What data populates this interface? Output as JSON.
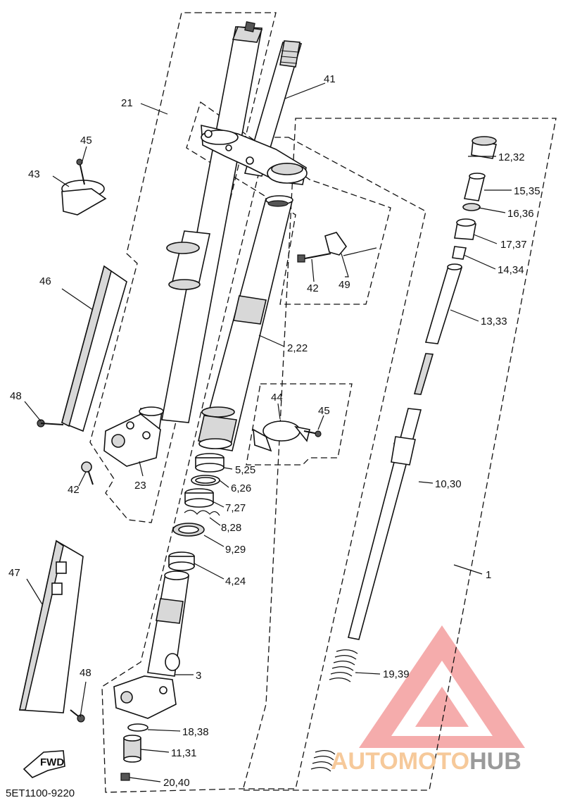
{
  "diagram": {
    "catalog_code": "5ET1100-9220",
    "fwd_label": "FWD",
    "callouts": {
      "c1": "1",
      "c2_22": "2,22",
      "c3": "3",
      "c4_24": "4,24",
      "c5_25": "5,25",
      "c6_26": "6,26",
      "c7_27": "7,27",
      "c8_28": "8,28",
      "c9_29": "9,29",
      "c10_30": "10,30",
      "c11_31": "11,31",
      "c12_32": "12,32",
      "c13_33": "13,33",
      "c14_34": "14,34",
      "c15_35": "15,35",
      "c16_36": "16,36",
      "c17_37": "17,37",
      "c18_38": "18,38",
      "c19_39": "19,39",
      "c20_40": "20,40",
      "c21": "21",
      "c23": "23",
      "c41": "41",
      "c42_a": "42",
      "c42_b": "42",
      "c43": "43",
      "c44": "44",
      "c45_a": "45",
      "c45_b": "45",
      "c46": "46",
      "c47": "47",
      "c48_a": "48",
      "c48_b": "48",
      "c49": "49"
    }
  },
  "watermark": {
    "brand_auto": "AUTO",
    "brand_moto": "MOTO",
    "brand_hub": "HUB",
    "colors": {
      "triangle": "#f4a3a3",
      "auto_moto": "#f6c99a",
      "hub": "#9a9a9a"
    }
  }
}
